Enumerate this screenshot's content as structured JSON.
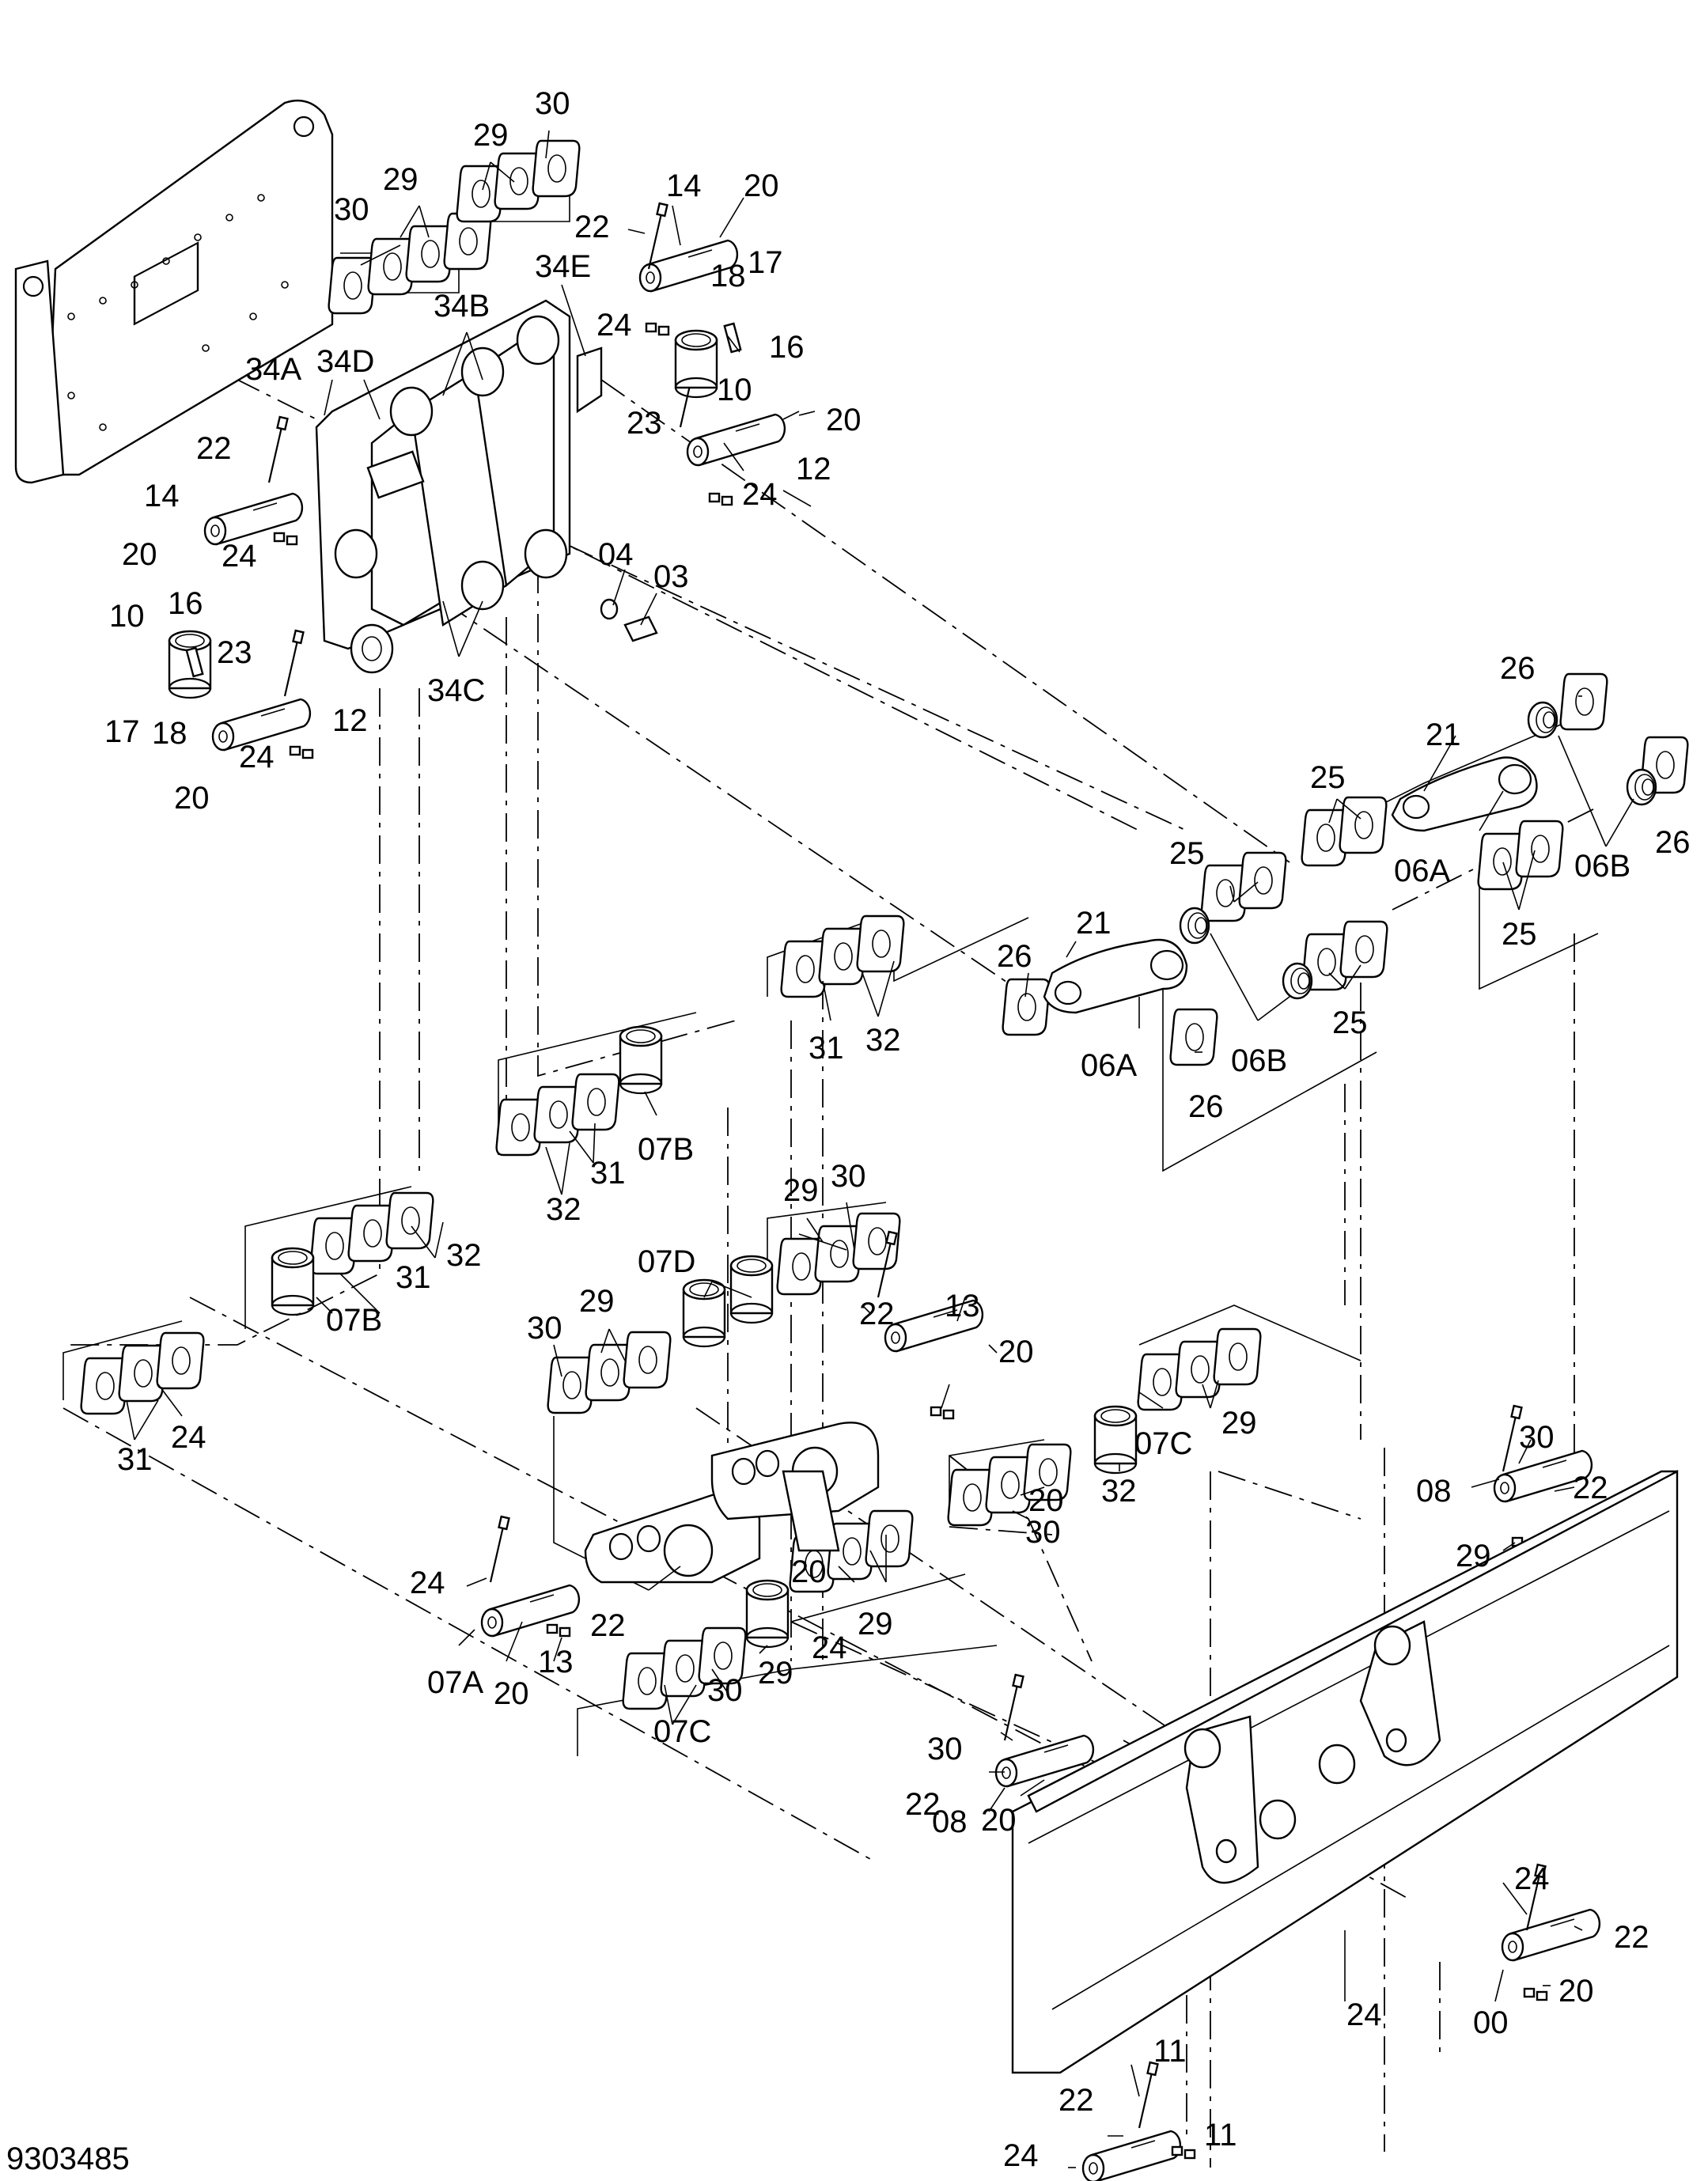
{
  "drawing_number": "9303485",
  "callouts": [
    {
      "id": "c1",
      "text": "30"
    },
    {
      "id": "c2",
      "text": "29"
    },
    {
      "id": "c3",
      "text": "30"
    },
    {
      "id": "c4",
      "text": "29"
    },
    {
      "id": "c5",
      "text": "14"
    },
    {
      "id": "c6",
      "text": "20"
    },
    {
      "id": "c7",
      "text": "22"
    },
    {
      "id": "c8",
      "text": "17"
    },
    {
      "id": "c9",
      "text": "18"
    },
    {
      "id": "c10",
      "text": "34E"
    },
    {
      "id": "c11",
      "text": "34B"
    },
    {
      "id": "c12",
      "text": "24"
    },
    {
      "id": "c13",
      "text": "16"
    },
    {
      "id": "c14",
      "text": "34A"
    },
    {
      "id": "c15",
      "text": "34D"
    },
    {
      "id": "c16",
      "text": "10"
    },
    {
      "id": "c17",
      "text": "23"
    },
    {
      "id": "c18",
      "text": "20"
    },
    {
      "id": "c19",
      "text": "22"
    },
    {
      "id": "c20",
      "text": "12"
    },
    {
      "id": "c21",
      "text": "14"
    },
    {
      "id": "c22",
      "text": "24"
    },
    {
      "id": "c23",
      "text": "20"
    },
    {
      "id": "c24",
      "text": "24"
    },
    {
      "id": "c25",
      "text": "04"
    },
    {
      "id": "c26",
      "text": "03"
    },
    {
      "id": "c27",
      "text": "10"
    },
    {
      "id": "c28",
      "text": "16"
    },
    {
      "id": "c29",
      "text": "23"
    },
    {
      "id": "c30",
      "text": "34C"
    },
    {
      "id": "c31",
      "text": "17"
    },
    {
      "id": "c32",
      "text": "18"
    },
    {
      "id": "c33",
      "text": "12"
    },
    {
      "id": "c34",
      "text": "24"
    },
    {
      "id": "c35",
      "text": "20"
    },
    {
      "id": "c36",
      "text": "26"
    },
    {
      "id": "c37",
      "text": "21"
    },
    {
      "id": "c38",
      "text": "25"
    },
    {
      "id": "c39",
      "text": "06A"
    },
    {
      "id": "c40",
      "text": "06B"
    },
    {
      "id": "c41",
      "text": "26"
    },
    {
      "id": "c42",
      "text": "25"
    },
    {
      "id": "c43",
      "text": "25"
    },
    {
      "id": "c44",
      "text": "21"
    },
    {
      "id": "c45",
      "text": "26"
    },
    {
      "id": "c46",
      "text": "31"
    },
    {
      "id": "c47",
      "text": "32"
    },
    {
      "id": "c48",
      "text": "25"
    },
    {
      "id": "c49",
      "text": "06A"
    },
    {
      "id": "c50",
      "text": "06B"
    },
    {
      "id": "c51",
      "text": "26"
    },
    {
      "id": "c52",
      "text": "07B"
    },
    {
      "id": "c53",
      "text": "31"
    },
    {
      "id": "c54",
      "text": "32"
    },
    {
      "id": "c55",
      "text": "29"
    },
    {
      "id": "c56",
      "text": "30"
    },
    {
      "id": "c57",
      "text": "32"
    },
    {
      "id": "c58",
      "text": "31"
    },
    {
      "id": "c59",
      "text": "07B"
    },
    {
      "id": "c60",
      "text": "07D"
    },
    {
      "id": "c61",
      "text": "30"
    },
    {
      "id": "c62",
      "text": "29"
    },
    {
      "id": "c63",
      "text": "22"
    },
    {
      "id": "c64",
      "text": "13"
    },
    {
      "id": "c65",
      "text": "20"
    },
    {
      "id": "c66",
      "text": "24"
    },
    {
      "id": "c67",
      "text": "31"
    },
    {
      "id": "c68",
      "text": "32"
    },
    {
      "id": "c69",
      "text": "07C"
    },
    {
      "id": "c70",
      "text": "29"
    },
    {
      "id": "c71",
      "text": "30"
    },
    {
      "id": "c72",
      "text": "08"
    },
    {
      "id": "c73",
      "text": "22"
    },
    {
      "id": "c74",
      "text": "20"
    },
    {
      "id": "c75",
      "text": "29"
    },
    {
      "id": "c76",
      "text": "30"
    },
    {
      "id": "c77",
      "text": "24"
    },
    {
      "id": "c78",
      "text": "22"
    },
    {
      "id": "c79",
      "text": "07A"
    },
    {
      "id": "c80",
      "text": "20"
    },
    {
      "id": "c81",
      "text": "13"
    },
    {
      "id": "c82",
      "text": "24"
    },
    {
      "id": "c83",
      "text": "29"
    },
    {
      "id": "c84",
      "text": "30"
    },
    {
      "id": "c85",
      "text": "29"
    },
    {
      "id": "c86",
      "text": "07C"
    },
    {
      "id": "c87",
      "text": "30"
    },
    {
      "id": "c88",
      "text": "22"
    },
    {
      "id": "c89",
      "text": "08"
    },
    {
      "id": "c90",
      "text": "20"
    },
    {
      "id": "c91",
      "text": "24"
    },
    {
      "id": "c92",
      "text": "22"
    },
    {
      "id": "c93",
      "text": "20"
    },
    {
      "id": "c94",
      "text": "24"
    },
    {
      "id": "c95",
      "text": "00"
    },
    {
      "id": "c96",
      "text": "11"
    },
    {
      "id": "c97",
      "text": "22"
    },
    {
      "id": "c98",
      "text": "11"
    },
    {
      "id": "c99",
      "text": "24"
    },
    {
      "id": "c100",
      "text": "20"
    }
  ]
}
